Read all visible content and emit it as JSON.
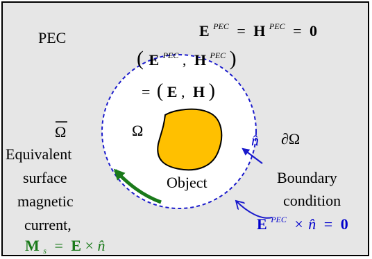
{
  "diagram": {
    "region_label": "PEC",
    "eq_top": {
      "E": "E",
      "H": "H",
      "sup": "PEC",
      "eq": "=",
      "zero": "0"
    },
    "pair_pec": {
      "open": "(",
      "E": "E",
      "comma": ",",
      "H": "H",
      "sup": "PEC",
      "close": ")"
    },
    "pair_eh": {
      "eq": "=",
      "open": "(",
      "E": "E",
      "comma": ",",
      "H": "H",
      "close": ")"
    },
    "omega_bar": "Ω",
    "omega": "Ω",
    "boundary_symbol": "∂Ω",
    "normal_symbol": "n̂",
    "object_label": "Object",
    "left_text": [
      "Equivalent",
      "surface",
      "magnetic",
      "current,"
    ],
    "ms_formula": {
      "M": "M",
      "sub": "s",
      "eq": "=",
      "E": "E",
      "times": "×",
      "n": "n̂"
    },
    "right_text": [
      "Boundary",
      "condition"
    ],
    "bc_formula": {
      "E": "E",
      "sup": "PEC",
      "times": "×",
      "n": "n̂",
      "eq": "=",
      "zero": "0"
    },
    "colors": {
      "background": "#e6e6e6",
      "border": "#000000",
      "circle": "#1a1acc",
      "object_fill": "#ffc000",
      "green_arrow": "#1a7a1a",
      "blue_text": "#0000cc"
    }
  }
}
